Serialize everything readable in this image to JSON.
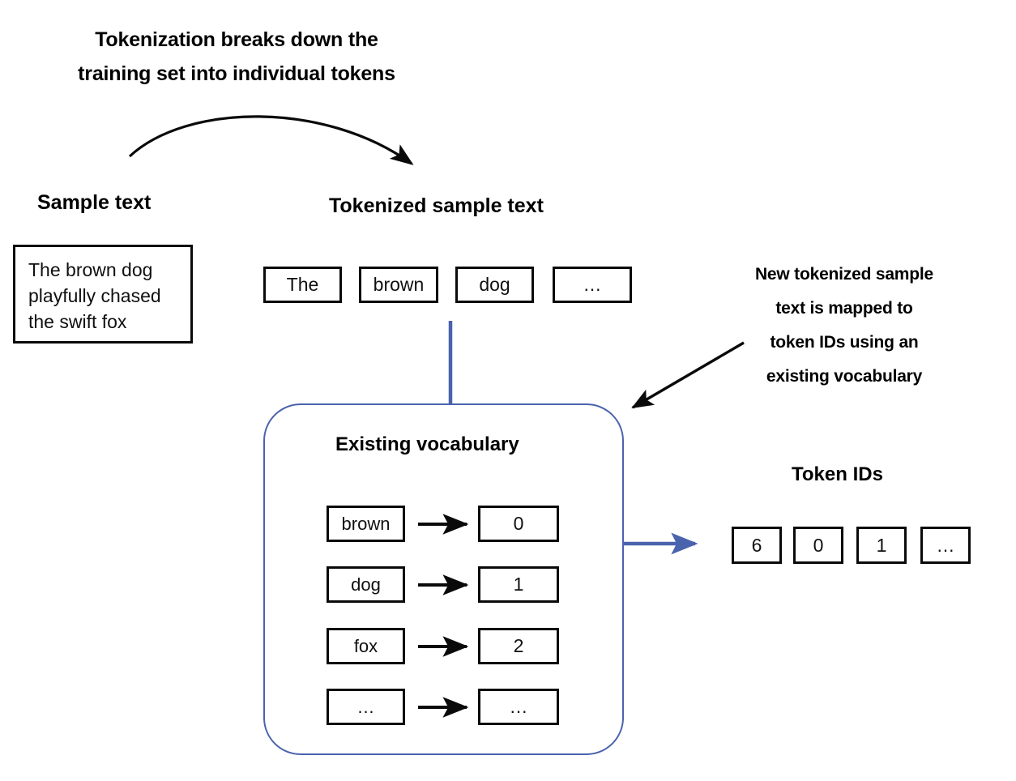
{
  "figure": {
    "heading": {
      "line1": "Tokenization breaks down the",
      "line2": "training set into individual tokens"
    },
    "labels": {
      "sample_text": "Sample text",
      "tokenized_sample_text": "Tokenized sample text",
      "existing_vocabulary": "Existing vocabulary",
      "token_ids": "Token IDs"
    },
    "side_note": {
      "line1": "New tokenized sample",
      "line2": "text is mapped to",
      "line3": "token IDs using an",
      "line4": "existing vocabulary"
    },
    "sample_text_box": {
      "line1": "The brown dog",
      "line2": "playfully chased",
      "line3": "the swift fox"
    },
    "tokens": [
      {
        "label": "The"
      },
      {
        "label": "brown"
      },
      {
        "label": "dog"
      },
      {
        "label": "…"
      }
    ],
    "vocabulary": [
      {
        "word": "brown",
        "id": "0"
      },
      {
        "word": "dog",
        "id": "1"
      },
      {
        "word": "fox",
        "id": "2"
      },
      {
        "word": "…",
        "id": "…"
      }
    ],
    "token_ids": [
      {
        "value": "6"
      },
      {
        "value": "0"
      },
      {
        "value": "1"
      },
      {
        "value": "…"
      }
    ],
    "colors": {
      "ink": "#0a0a0a",
      "accent_blue": "#4a63ad",
      "background": "#ffffff"
    }
  }
}
